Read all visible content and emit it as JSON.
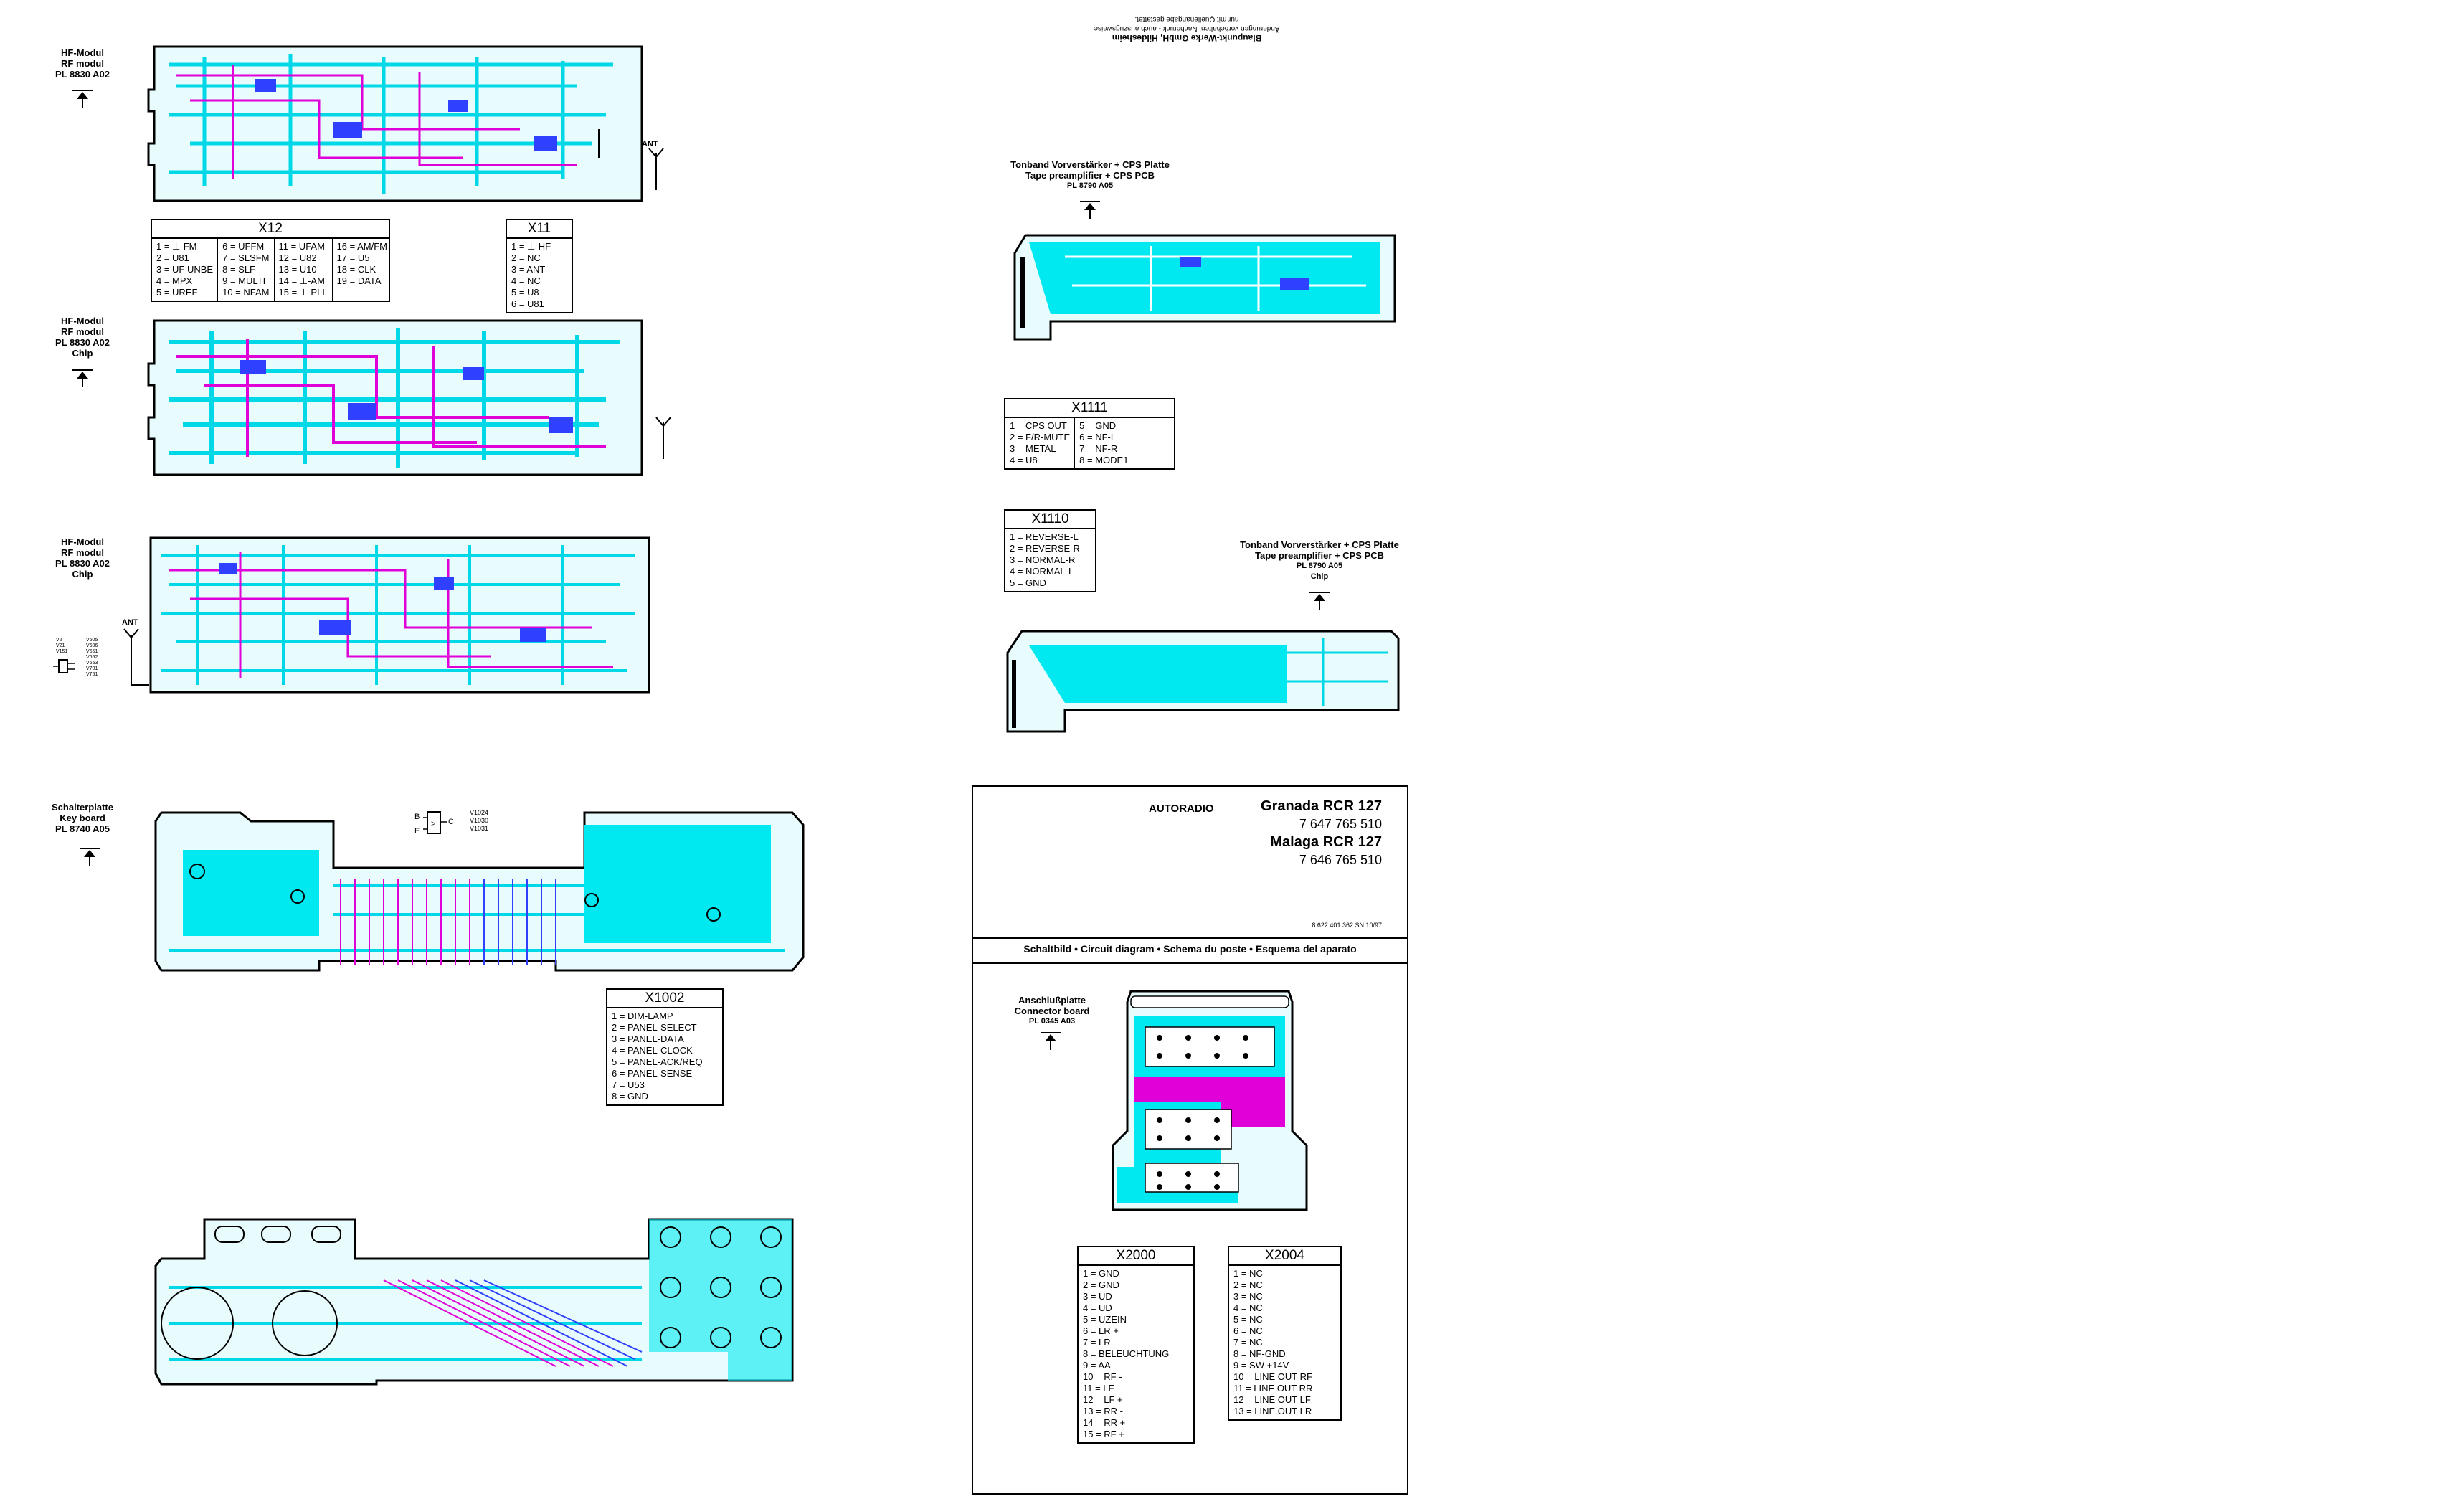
{
  "labels": {
    "hf1": [
      "HF-Modul",
      "RF modul",
      "PL 8830 A02"
    ],
    "hf2": [
      "HF-Modul",
      "RF modul",
      "PL 8830 A02",
      "Chip"
    ],
    "hf3": [
      "HF-Modul",
      "RF modul",
      "PL 8830 A02",
      "Chip"
    ],
    "keyboard": [
      "Schalterplatte",
      "Key board",
      "PL 8740 A05"
    ],
    "tape1": [
      "Tonband Vorverstärker + CPS Platte",
      "Tape preamplifier + CPS PCB",
      "PL 8790 A05"
    ],
    "tape2": [
      "Tonband Vorverstärker + CPS Platte",
      "Tape preamplifier + CPS PCB",
      "PL 8790 A05",
      "Chip"
    ],
    "connector": [
      "Anschlußplatte",
      "Connector board",
      "PL 0345 A03"
    ],
    "ant": "ANT",
    "transistor_b": "B",
    "transistor_e": "E",
    "transistor_c": "C",
    "transistor_codes": [
      "V1024",
      "V1030",
      "V1031"
    ]
  },
  "tables": {
    "x12": {
      "title": "X12",
      "cols": [
        [
          "1 = ⊥-FM",
          "2 = U81",
          "3 = UF UNBE",
          "4 = MPX",
          "5 = UREF"
        ],
        [
          "6 = UFFM",
          "7 = SLSFM",
          "8 = SLF",
          "9 = MULTI",
          "10 = NFAM"
        ],
        [
          "11 = UFAM",
          "12 = U82",
          "13 = U10",
          "14 = ⊥-AM",
          "15 = ⊥-PLL"
        ],
        [
          "16 = AM/FM",
          "17 = U5",
          "18 = CLK",
          "19 = DATA"
        ]
      ]
    },
    "x11": {
      "title": "X11",
      "cols": [
        [
          "1 = ⊥-HF",
          "2 = NC",
          "3 = ANT",
          "4 = NC",
          "5 = U8",
          "6 = U81"
        ]
      ]
    },
    "x1111": {
      "title": "X1111",
      "cols": [
        [
          "1 = CPS OUT",
          "2 = F/R-MUTE",
          "3 = METAL",
          "4 = U8"
        ],
        [
          "5 = GND",
          "6 = NF-L",
          "7 = NF-R",
          "8 = MODE1"
        ]
      ]
    },
    "x1110": {
      "title": "X1110",
      "cols": [
        [
          "1 = REVERSE-L",
          "2 = REVERSE-R",
          "3 = NORMAL-R",
          "4 = NORMAL-L",
          "5 = GND"
        ]
      ]
    },
    "x1002": {
      "title": "X1002",
      "cols": [
        [
          "1 = DIM-LAMP",
          "2 = PANEL-SELECT",
          "3 = PANEL-DATA",
          "4 = PANEL-CLOCK",
          "5 = PANEL-ACK/REQ",
          "6 = PANEL-SENSE",
          "7 = U53",
          "8 = GND"
        ]
      ]
    },
    "x2000": {
      "title": "X2000",
      "cols": [
        [
          "1 = GND",
          "2 = GND",
          "3 = UD",
          "4 = UD",
          "5 = UZEIN",
          "6 = LR +",
          "7 = LR -",
          "8 = BELEUCHTUNG",
          "9 = AA",
          "10 = RF -",
          "11 = LF -",
          "12 = LF +",
          "13 = RR -",
          "14 = RR +",
          "15 = RF +"
        ]
      ]
    },
    "x2004": {
      "title": "X2004",
      "cols": [
        [
          "1 = NC",
          "2 = NC",
          "3 = NC",
          "4 = NC",
          "5 = NC",
          "6 = NC",
          "7 = NC",
          "8 = NF-GND",
          "9 = SW +14V",
          "10 = LINE OUT RF",
          "11 = LINE OUT RR",
          "12 = LINE OUT LF",
          "13 = LINE OUT LR"
        ]
      ]
    }
  },
  "titleblock": {
    "category": "AUTORADIO",
    "model1": "Granada RCR 127",
    "part1": "7 647 765 510",
    "model2": "Malaga RCR 127",
    "part2": "7 646 765 510",
    "docno": "8 622 401 362 SN 10/97",
    "caption": "Schaltbild • Circuit diagram • Schema du poste • Esquema del aparato"
  },
  "header_upside": {
    "company": "Blaupunkt-Werke GmbH, Hildesheim",
    "line1": "Änderungen vorbehalten! Nachdruck - auch auszugsweise",
    "line2": "nur mit Quellenangabe gestattet."
  },
  "colors": {
    "cyan": "#00e8f0",
    "magenta": "#e000d8",
    "blue": "#3040ff",
    "black": "#000000"
  }
}
